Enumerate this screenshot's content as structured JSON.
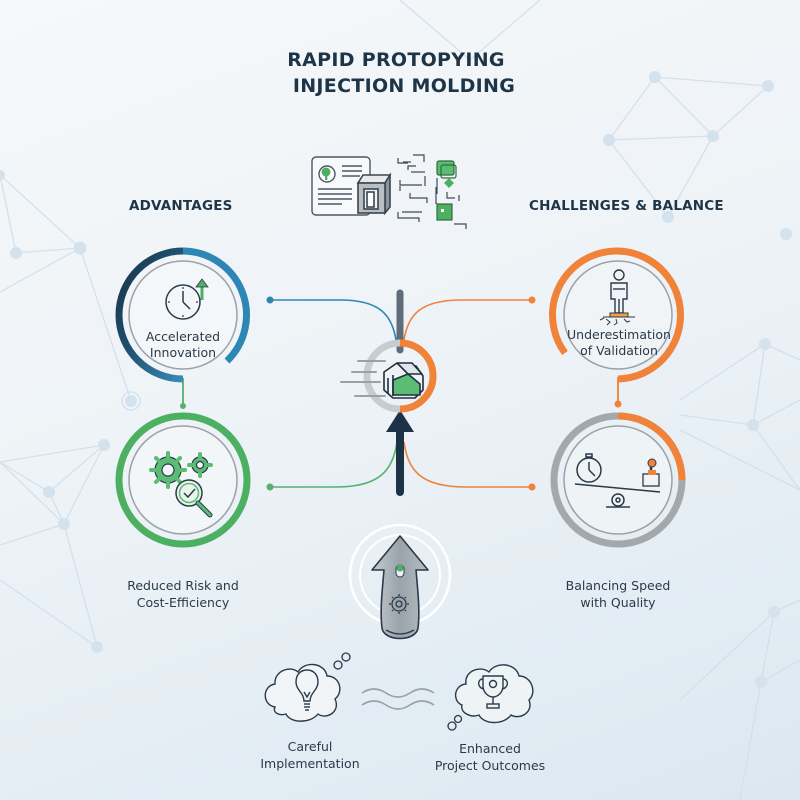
{
  "title": {
    "line1": "RAPID PROTOPYING",
    "line2": "INJECTION MOLDING"
  },
  "sections": {
    "left_heading": "ADVANTAGES",
    "right_heading": "CHALLENGES & BALANCE"
  },
  "nodes": {
    "accelerated_innovation": {
      "line1": "Accelerated",
      "line2": "Innovation",
      "icon": "clock-up-arrow-icon",
      "color": "#2e7fa8"
    },
    "reduced_risk": {
      "line1": "Reduced Risk and",
      "line2": "Cost-Efficiency",
      "icon": "gears-magnifier-check-icon",
      "color": "#4caf62"
    },
    "underestimation": {
      "line1": "Underestimation",
      "line2": "of Validation",
      "icon": "person-cracked-ground-icon",
      "color": "#f0823a"
    },
    "balancing": {
      "line1": "Balancing Speed",
      "line2": "with Quality",
      "icon": "stopwatch-seesaw-stamp-icon",
      "color": "#f0823a"
    }
  },
  "bottom": {
    "careful": {
      "line1": "Careful",
      "line2": "Implementation",
      "icon": "lightbulb-cloud-icon"
    },
    "enhanced": {
      "line1": "Enhanced",
      "line2": "Project Outcomes",
      "icon": "trophy-cloud-icon"
    }
  },
  "colors": {
    "navy": "#1b3247",
    "blue": "#2e7fa8",
    "green": "#4caf62",
    "orange": "#f0823a",
    "gray": "#a3a8ad"
  }
}
